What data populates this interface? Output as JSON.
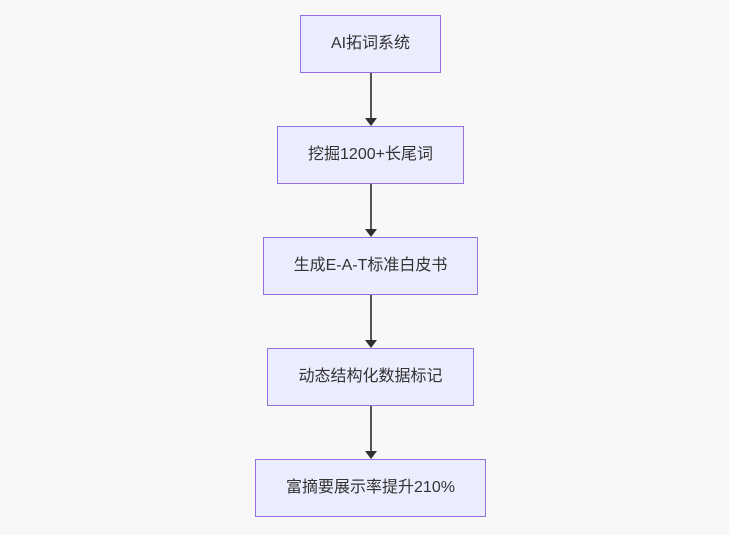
{
  "diagram": {
    "type": "flowchart",
    "direction": "top-down",
    "nodes": [
      {
        "id": "n1",
        "label": "AI拓词系统"
      },
      {
        "id": "n2",
        "label": "挖掘1200+长尾词"
      },
      {
        "id": "n3",
        "label": "生成E-A-T标准白皮书"
      },
      {
        "id": "n4",
        "label": "动态结构化数据标记"
      },
      {
        "id": "n5",
        "label": "富摘要展示率提升210%"
      }
    ],
    "edges": [
      {
        "from": "n1",
        "to": "n2",
        "style": "arrow-down"
      },
      {
        "from": "n2",
        "to": "n3",
        "style": "arrow-down"
      },
      {
        "from": "n3",
        "to": "n4",
        "style": "arrow-down"
      },
      {
        "from": "n4",
        "to": "n5",
        "style": "arrow-down"
      }
    ],
    "colors": {
      "background": "#f8f8f8",
      "node_fill": "#ECECFF",
      "node_border": "#9370DB",
      "text": "#333333",
      "arrow_line": "#555555",
      "arrow_head": "#2f2f2f"
    }
  }
}
